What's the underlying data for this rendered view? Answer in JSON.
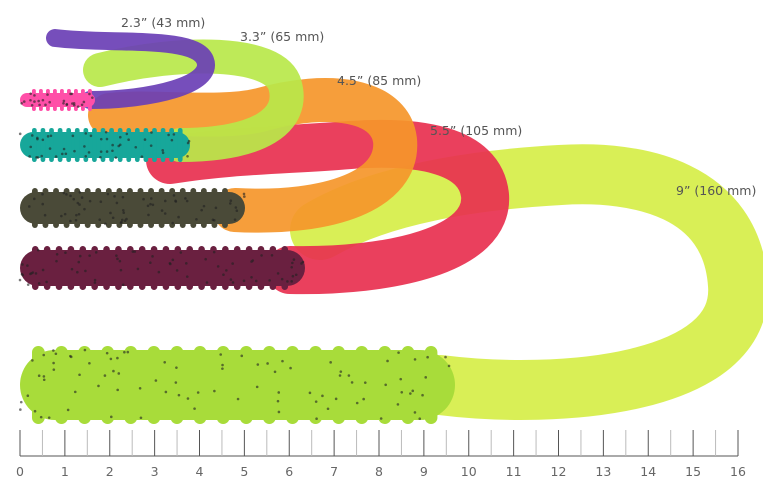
{
  "lures": [
    {
      "size_label": "2.3” (43 mm)",
      "colors": [
        "#ff4fa8",
        "#6a3fb5"
      ]
    },
    {
      "size_label": "3.3” (65 mm)",
      "colors": [
        "#17a79a",
        "#b9e84a"
      ]
    },
    {
      "size_label": "4.5” (85 mm)",
      "colors": [
        "#4a4a38",
        "#f5962a"
      ]
    },
    {
      "size_label": "5.5” (105 mm)",
      "colors": [
        "#6a2040",
        "#e8304f"
      ]
    },
    {
      "size_label": "9” (160 mm)",
      "colors": [
        "#a8dc3a",
        "#d6ee48"
      ]
    }
  ],
  "ruler": {
    "unit": "inches",
    "ticks": [
      "0",
      "1",
      "2",
      "3",
      "4",
      "5",
      "6",
      "7",
      "8",
      "9",
      "10",
      "11",
      "12",
      "13",
      "14",
      "15",
      "16"
    ]
  }
}
